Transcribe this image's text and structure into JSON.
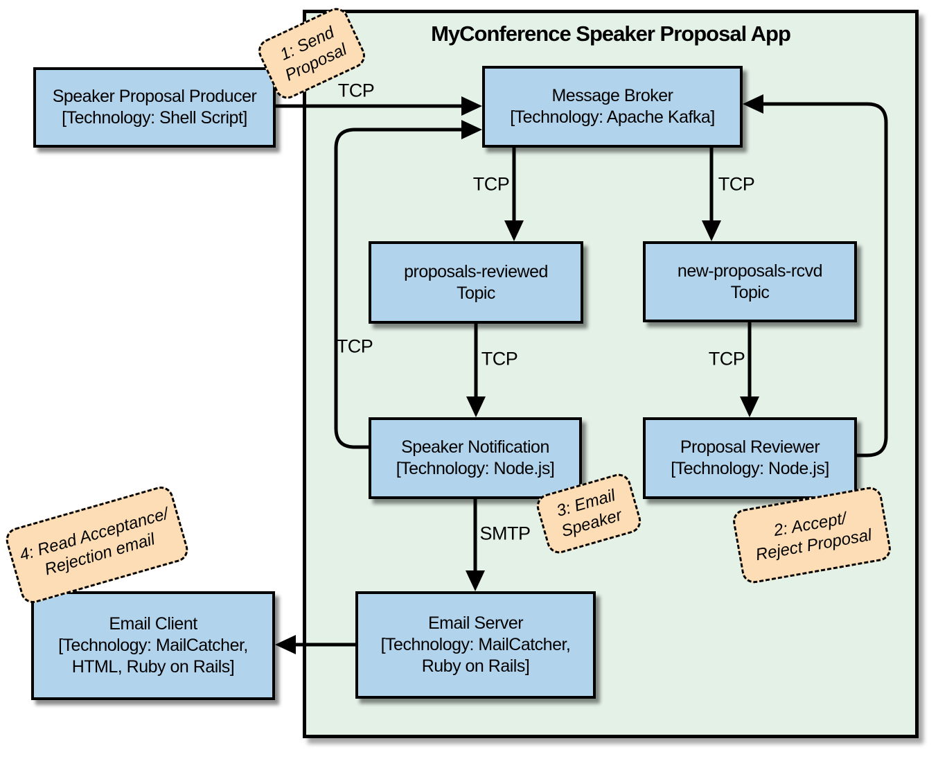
{
  "title": "MyConference Speaker Proposal App",
  "colors": {
    "container_fill": "#e4f1e7",
    "node_fill": "#b2d3ec",
    "note_fill": "#fcddb5",
    "line": "#000000"
  },
  "nodes": {
    "producer": {
      "line1": "Speaker Proposal Producer",
      "line2": "[Technology: Shell Script]"
    },
    "broker": {
      "line1": "Message Broker",
      "line2": "[Technology: Apache Kafka]"
    },
    "topic_reviewed": {
      "line1": "proposals-reviewed",
      "line2": "Topic"
    },
    "topic_new": {
      "line1": "new-proposals-rcvd",
      "line2": "Topic"
    },
    "speaker_notification": {
      "line1": "Speaker Notification",
      "line2": "[Technology: Node.js]"
    },
    "proposal_reviewer": {
      "line1": "Proposal Reviewer",
      "line2": "[Technology: Node.js]"
    },
    "email_server": {
      "line1": "Email Server",
      "line2": "[Technology: MailCatcher,",
      "line3": "Ruby on Rails]"
    },
    "email_client": {
      "line1": "Email Client",
      "line2": "[Technology: MailCatcher,",
      "line3": "HTML, Ruby on Rails]"
    }
  },
  "edge_labels": {
    "producer_to_broker": "TCP",
    "notification_to_broker_loop": "TCP",
    "broker_to_reviewed_topic": "TCP",
    "broker_to_new_topic": "TCP",
    "reviewed_topic_to_notification": "TCP",
    "new_topic_to_reviewer": "TCP",
    "notification_to_email_server": "SMTP"
  },
  "notes": {
    "note1": {
      "line1": "1: Send",
      "line2": "Proposal"
    },
    "note2": {
      "line1": "2: Accept/",
      "line2": "Reject Proposal"
    },
    "note3": {
      "line1": "3: Email",
      "line2": "Speaker"
    },
    "note4": {
      "line1": "4: Read Acceptance/",
      "line2": "Rejection email"
    }
  }
}
